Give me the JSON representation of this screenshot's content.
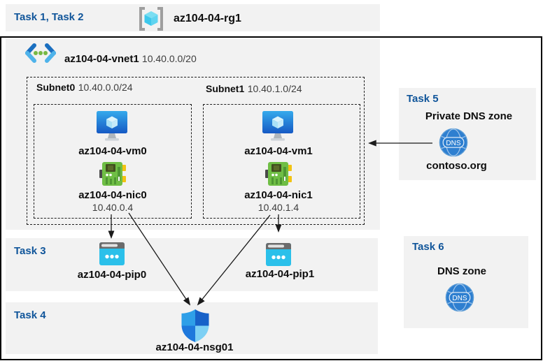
{
  "colors": {
    "task_blue": "#10559A",
    "band_gray": "#F2F2F2",
    "frame_black": "#000000",
    "pip_cyan": "#2BC0EA",
    "nic_green": "#6FBE45",
    "dns_blue": "#2E7FD0",
    "vm_blue": "#1F7ED8"
  },
  "header": {
    "tasks_label": "Task 1, Task 2",
    "resource_group_name": "az104-04-rg1"
  },
  "vnet": {
    "name": "az104-04-vnet1",
    "cidr": "10.40.0.0/20"
  },
  "subnets": [
    {
      "name": "Subnet0",
      "cidr": "10.40.0.0/24",
      "vm_name": "az104-04-vm0",
      "nic_name": "az104-04-nic0",
      "nic_ip": "10.40.0.4"
    },
    {
      "name": "Subnet1",
      "cidr": "10.40.1.0/24",
      "vm_name": "az104-04-vm1",
      "nic_name": "az104-04-nic1",
      "nic_ip": "10.40.1.4"
    }
  ],
  "task3": {
    "label": "Task 3",
    "pip0_name": "az104-04-pip0",
    "pip1_name": "az104-04-pip1"
  },
  "task4": {
    "label": "Task 4",
    "nsg_name": "az104-04-nsg01"
  },
  "task5": {
    "label": "Task 5",
    "title": "Private DNS zone",
    "zone_name": "contoso.org",
    "icon_text": "DNS"
  },
  "task6": {
    "label": "Task 6",
    "title": "DNS zone",
    "icon_text": "DNS"
  }
}
